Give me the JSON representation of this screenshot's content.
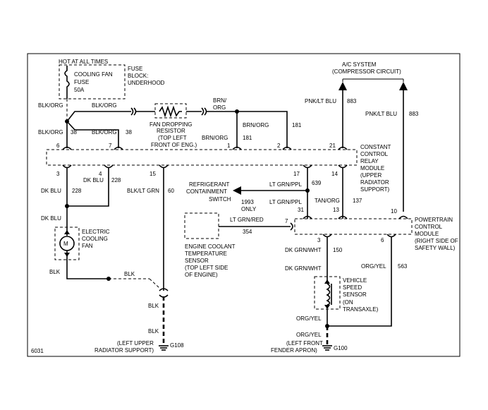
{
  "figure_number": "6031",
  "fuse_block": {
    "hot_label": "HOT AT ALL TIMES",
    "fuse_line1": "COOLING FAN",
    "fuse_line2": "FUSE",
    "fuse_line3": "50A",
    "block_line1": "FUSE",
    "block_line2": "BLOCK:",
    "block_line3": "UNDERHOOD"
  },
  "resistor": {
    "line1": "FAN DROPPING",
    "line2": "RESISTOR",
    "line3": "(TOP LEFT",
    "line4": "FRONT OF ENG.)"
  },
  "ac_system": {
    "line1": "A/C SYSTEM",
    "line2": "(COMPRESSOR CIRCUIT)"
  },
  "relay_module": {
    "line1": "CONSTANT",
    "line2": "CONTROL",
    "line3": "RELAY",
    "line4": "MODULE",
    "line5": "(UPPER",
    "line6": "RADIATOR",
    "line7": "SUPPORT)"
  },
  "pcm": {
    "line1": "POWERTRAIN",
    "line2": "CONTROL",
    "line3": "MODULE",
    "line4": "(RIGHT SIDE OF",
    "line5": "SAFETY WALL)"
  },
  "refrigerant_switch": {
    "line1": "REFRIGERANT",
    "line2": "CONTAINMENT",
    "line3": "SWITCH",
    "note1": "1993",
    "note2": "ONLY"
  },
  "coolant_sensor": {
    "line1": "ENGINE COOLANT",
    "line2": "TEMPERATURE",
    "line3": "SENSOR",
    "line4": "(TOP LEFT SIDE",
    "line5": "OF ENGINE)"
  },
  "fan_motor": {
    "line1": "ELECTRIC",
    "line2": "COOLING",
    "line3": "FAN",
    "symbol": "M"
  },
  "speed_sensor": {
    "line1": "VEHICLE",
    "line2": "SPEED",
    "line3": "SENSOR",
    "line4": "(ON",
    "line5": "TRANSAXLE)"
  },
  "ground_left": {
    "id": "G108",
    "line1": "(LEFT UPPER",
    "line2": "RADIATOR SUPPORT)"
  },
  "ground_right": {
    "id": "G100",
    "line1": "(LEFT FRONT",
    "line2": "FENDER APRON)"
  },
  "wires": {
    "blk_org_a": "BLK/ORG",
    "blk_org_b": "BLK/ORG",
    "blk_org_c": "BLK/ORG",
    "blk_org_d": "BLK/ORG",
    "brn_org_top": "BRN/",
    "brn_org_top2": "ORG",
    "brn_org_mid": "BRN/ORG",
    "brn_org_right": "BRN/ORG",
    "c38a": "38",
    "c38b": "38",
    "c181a": "181",
    "c181b": "181",
    "pnk_lt_blu_a": "PNK/LT BLU",
    "pnk_lt_blu_b": "PNK/LT BLU",
    "c883a": "883",
    "c883b": "883",
    "dk_blu_a": "DK BLU",
    "dk_blu_b": "DK BLU",
    "dk_blu_c": "DK BLU",
    "c228a": "228",
    "c228b": "228",
    "blk_lt_grn": "BLK/LT GRN",
    "c60": "60",
    "lt_grn_ppl_a": "LT GRN/PPL",
    "lt_grn_ppl_b": "LT GRN/PPL",
    "c639": "639",
    "tan_org": "TAN/ORG",
    "c137": "137",
    "lt_grn_red": "LT GRN/RED",
    "c354": "354",
    "dk_grn_wht_a": "DK GRN/WHT",
    "dk_grn_wht_b": "DK GRN/WHT",
    "c150": "150",
    "org_yel_a": "ORG/YEL",
    "org_yel_b": "ORG/YEL",
    "org_yel_c": "ORG/YEL",
    "c563": "563",
    "blk_a": "BLK",
    "blk_b": "BLK",
    "blk_c": "BLK",
    "blk_d": "BLK"
  },
  "pins": {
    "p6": "6",
    "p7": "7",
    "p1": "1",
    "p2": "2",
    "p21": "21",
    "p3": "3",
    "p4": "4",
    "p15": "15",
    "p17": "17",
    "p14": "14",
    "p31": "31",
    "p13": "13",
    "p10": "10",
    "p7b": "7",
    "p3b": "3",
    "p6b": "6"
  }
}
